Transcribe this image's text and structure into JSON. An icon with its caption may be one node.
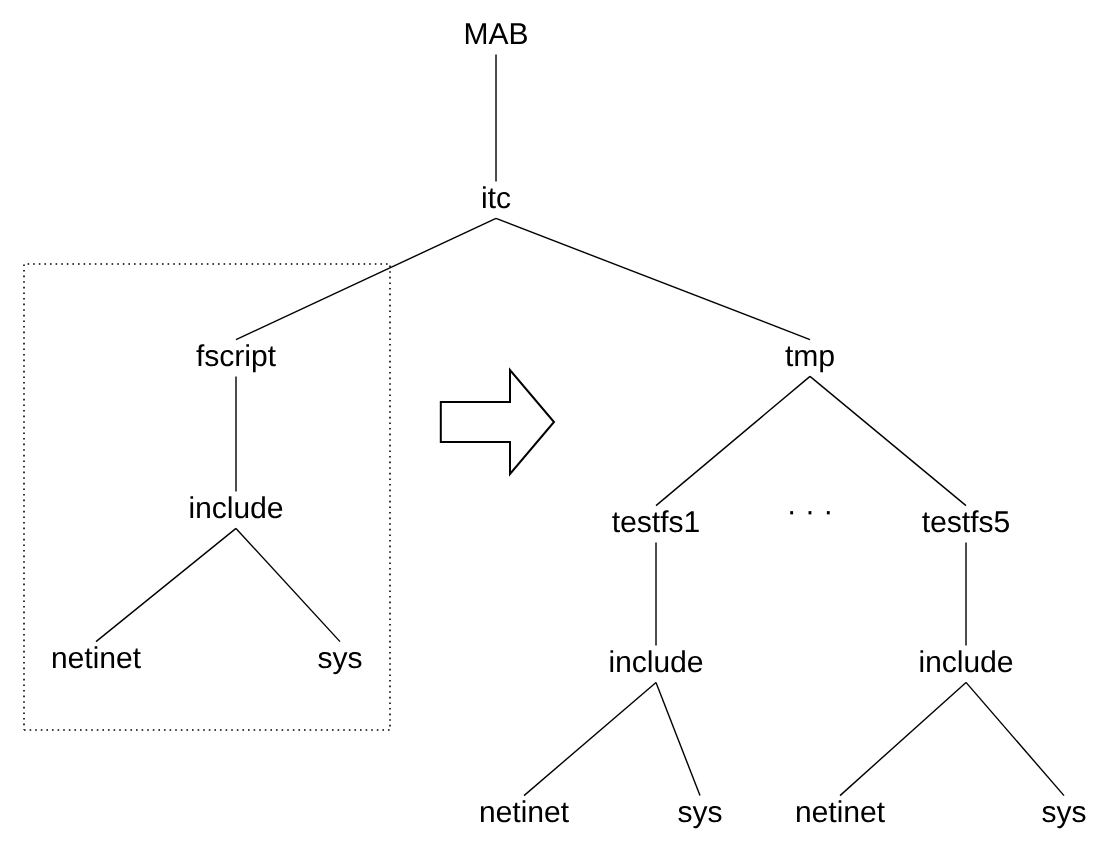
{
  "diagram": {
    "nodes": [
      {
        "text": [
          "MAB"
        ]
      },
      {
        "text": [
          "itc"
        ]
      },
      {
        "text": [],
        "shape": "box"
      },
      {
        "text": [
          "fscript"
        ],
        "in": 2
      },
      {
        "text": [
          "include"
        ],
        "in": 2
      },
      {
        "text": [
          "netinet"
        ],
        "in": 2
      },
      {
        "text": [
          "sys"
        ],
        "in": 2
      },
      {
        "text": [
          "tmp"
        ]
      },
      {
        "text": [
          "testfs1"
        ]
      },
      {
        "text": [
          "testfs5"
        ]
      },
      {
        "text": [
          "include"
        ]
      },
      {
        "text": [
          "include"
        ]
      },
      {
        "text": [
          "netinet"
        ]
      },
      {
        "text": [
          "sys"
        ]
      },
      {
        "text": [
          "netinet"
        ]
      },
      {
        "text": [
          "sys"
        ]
      }
    ],
    "edges": [
      {
        "from": 0,
        "to": 1,
        "arrow": "none"
      },
      {
        "from": 1,
        "to": 3,
        "arrow": "none"
      },
      {
        "from": 1,
        "to": 7,
        "arrow": "none"
      },
      {
        "from": 3,
        "to": 4,
        "arrow": "none"
      },
      {
        "from": 4,
        "to": 5,
        "arrow": "none"
      },
      {
        "from": 4,
        "to": 6,
        "arrow": "none"
      },
      {
        "from": 7,
        "to": 8,
        "arrow": "none"
      },
      {
        "from": 7,
        "to": 9,
        "arrow": "none"
      },
      {
        "from": 8,
        "to": 10,
        "arrow": "none"
      },
      {
        "from": 9,
        "to": 11,
        "arrow": "none"
      },
      {
        "from": 10,
        "to": 12,
        "arrow": "none"
      },
      {
        "from": 10,
        "to": 13,
        "arrow": "none"
      },
      {
        "from": 11,
        "to": 14,
        "arrow": "none"
      },
      {
        "from": 11,
        "to": 15,
        "arrow": "none"
      },
      {
        "from": 2,
        "to": null,
        "arrow": "to",
        "style": "thick"
      }
    ],
    "labels": [
      "· · ·"
    ]
  }
}
